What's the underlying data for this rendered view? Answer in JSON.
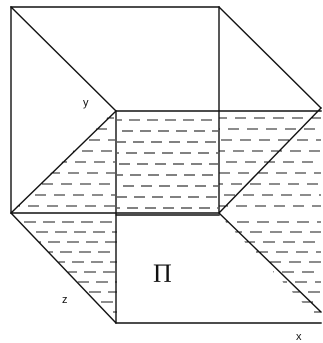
{
  "figure": {
    "axis_labels": {
      "y": "y",
      "z": "z",
      "x": "x"
    },
    "plane_label": "Π"
  }
}
